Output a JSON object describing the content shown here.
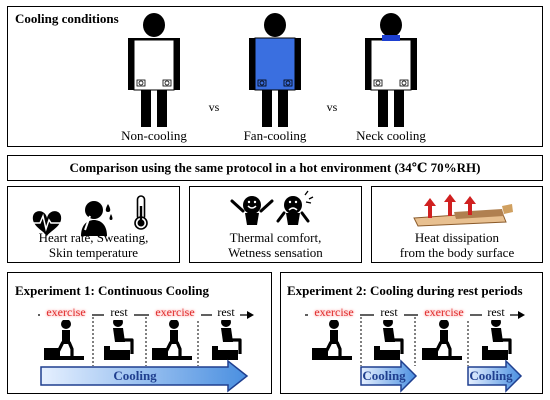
{
  "cooling": {
    "title": "Cooling conditions",
    "conditions": [
      "Non-cooling",
      "Fan-cooling",
      "Neck cooling"
    ],
    "vs": [
      "vs",
      "vs"
    ]
  },
  "comparison": {
    "text": "Comparison using the same protocol in a hot environment (34℃ 70%RH)"
  },
  "measures": [
    {
      "lines": [
        "Heart rate, Sweating,",
        "Skin temperature"
      ]
    },
    {
      "lines": [
        "Thermal comfort,",
        "Wetness sensation"
      ]
    },
    {
      "lines": [
        "Heat dissipation",
        "from the body surface"
      ]
    }
  ],
  "experiments": [
    {
      "title": "Experiment 1: Continuous Cooling",
      "phases": [
        "exercise",
        "rest",
        "exercise",
        "rest"
      ],
      "arrows": [
        "Cooling"
      ]
    },
    {
      "title": "Experiment 2: Cooling during rest periods",
      "phases": [
        "exercise",
        "rest",
        "exercise",
        "rest"
      ],
      "arrows": [
        "Cooling",
        "Cooling"
      ]
    }
  ],
  "colors": {
    "fan_vest": "#3a6fe0",
    "neck_band": "#1d3fd0",
    "exercise_text": "#e03030",
    "exercise_glow": "#ffb0b0",
    "arrow_fill_start": "#cfe4ff",
    "arrow_fill_end": "#3a8ae0",
    "arrow_border": "#1f3f8f",
    "arrow_text": "#1f3f8f"
  }
}
